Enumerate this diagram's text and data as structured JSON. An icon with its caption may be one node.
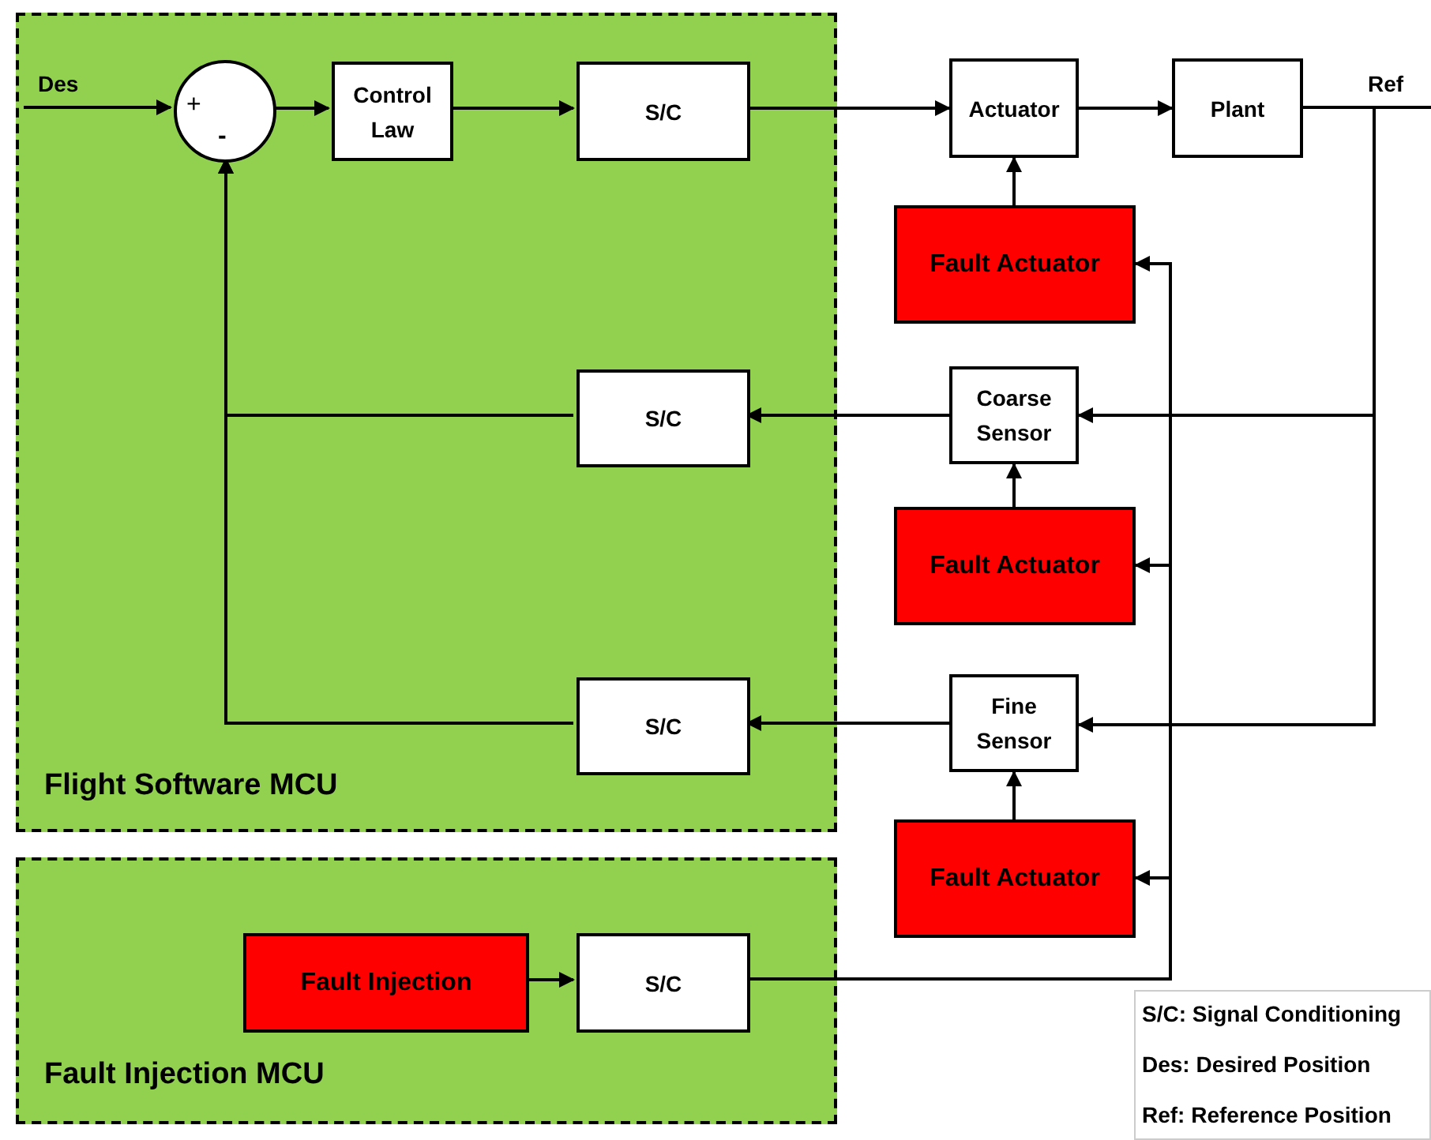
{
  "diagram": {
    "nodes": [
      {
        "text": [
          "Flight Software MCU"
        ]
      },
      {
        "text": [
          "Fault Injection MCU"
        ]
      },
      {
        "text": [
          "+",
          "-"
        ],
        "in": 0
      },
      {
        "text": [
          "Control Law"
        ],
        "in": 0
      },
      {
        "text": [
          "S/C"
        ],
        "in": 0
      },
      {
        "text": [
          "Actuator"
        ]
      },
      {
        "text": [
          "Plant"
        ]
      },
      {
        "text": [
          "Fault Actuator"
        ]
      },
      {
        "text": [
          "S/C"
        ],
        "in": 0
      },
      {
        "text": [
          "Coarse Sensor"
        ]
      },
      {
        "text": [
          "Fault Actuator"
        ]
      },
      {
        "text": [
          "S/C"
        ],
        "in": 0
      },
      {
        "text": [
          "Fine Sensor"
        ]
      },
      {
        "text": [
          "Fault Actuator"
        ]
      },
      {
        "text": [
          "Fault Injection"
        ],
        "in": 1
      },
      {
        "text": [
          "S/C"
        ],
        "in": 1
      }
    ],
    "edges": [
      {
        "from": null,
        "to": 2,
        "arrow": "to",
        "label": "Des"
      },
      {
        "from": 2,
        "to": 3,
        "arrow": "to"
      },
      {
        "from": 3,
        "to": 4,
        "arrow": "to"
      },
      {
        "from": 4,
        "to": 5,
        "arrow": "to"
      },
      {
        "from": 5,
        "to": 6,
        "arrow": "to"
      },
      {
        "from": 6,
        "to": null,
        "arrow": "none",
        "label": "Ref"
      },
      {
        "from": 6,
        "to": 9,
        "arrow": "to"
      },
      {
        "from": 6,
        "to": 12,
        "arrow": "to"
      },
      {
        "from": 7,
        "to": 5,
        "arrow": "to"
      },
      {
        "from": 9,
        "to": 8,
        "arrow": "to"
      },
      {
        "from": 8,
        "to": 2,
        "arrow": "to"
      },
      {
        "from": 10,
        "to": 9,
        "arrow": "to"
      },
      {
        "from": 12,
        "to": 11,
        "arrow": "to"
      },
      {
        "from": 11,
        "to": 2,
        "arrow": "to"
      },
      {
        "from": 13,
        "to": 12,
        "arrow": "to"
      },
      {
        "from": 14,
        "to": 15,
        "arrow": "to"
      },
      {
        "from": 15,
        "to": 7,
        "arrow": "to"
      },
      {
        "from": 15,
        "to": 10,
        "arrow": "to"
      },
      {
        "from": 15,
        "to": 13,
        "arrow": "to"
      }
    ],
    "labels": [
      "S/C: Signal Conditioning",
      "Des: Desired Position",
      "Ref: Reference Position"
    ]
  }
}
